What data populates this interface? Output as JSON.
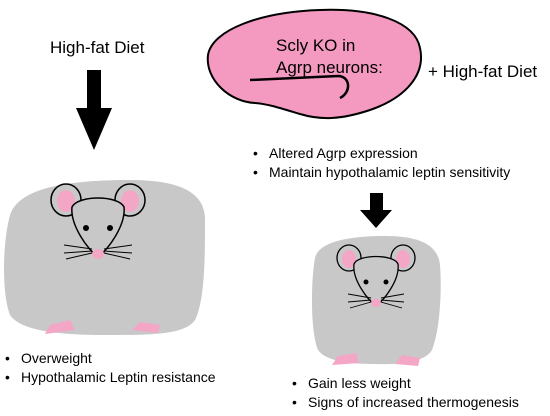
{
  "left": {
    "diet_label": "High-fat Diet",
    "outcomes": [
      "Overweight",
      "Hypothalamic Leptin resistance"
    ]
  },
  "right": {
    "brain_label_line1": "Scly KO in",
    "brain_label_line2": "Agrp neurons:",
    "plus_diet_label": "+ High-fat Diet",
    "effects": [
      "Altered Agrp expression",
      "Maintain hypothalamic leptin sensitivity"
    ],
    "outcomes": [
      "Gain less weight",
      "Signs of increased thermogenesis"
    ]
  },
  "colors": {
    "mouse_body": "#c8c8c8",
    "mouse_pink": "#f4a6c6",
    "brain_pink": "#f49ac1",
    "outline": "#000000"
  },
  "icons": [
    "down-arrow-icon",
    "brain-icon",
    "obese-mouse-icon",
    "lean-mouse-icon"
  ]
}
